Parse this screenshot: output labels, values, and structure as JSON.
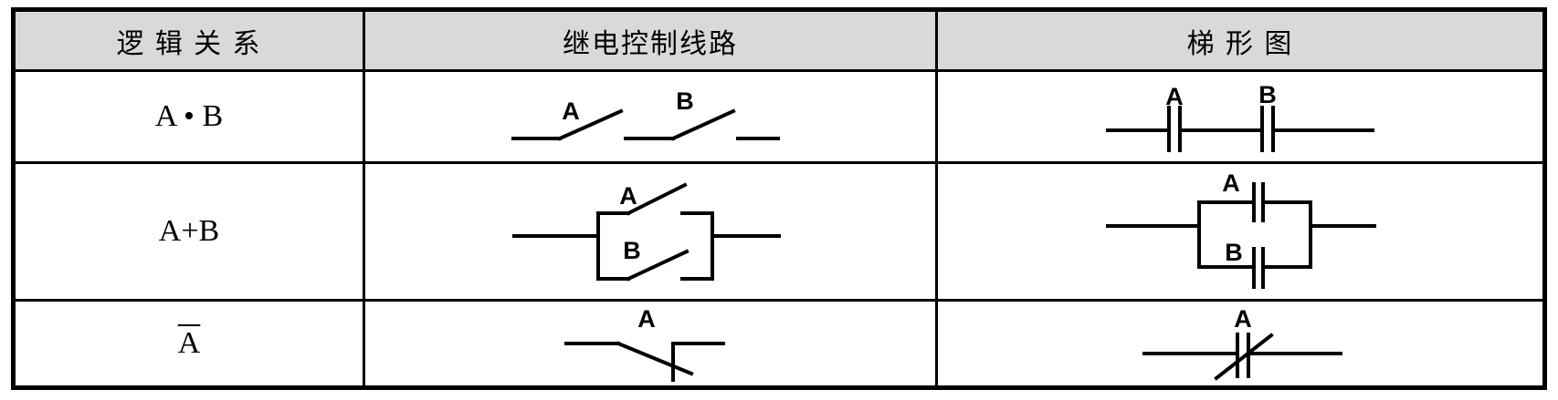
{
  "colors": {
    "header_bg": "#d9d9d9",
    "border": "#000000",
    "line": "#000000",
    "background": "#ffffff"
  },
  "table": {
    "columns": [
      {
        "label": "逻 辑 关 系"
      },
      {
        "label": "继电控制线路"
      },
      {
        "label": "梯 形 图"
      }
    ],
    "rows": [
      {
        "logic": "A • B",
        "relay": {
          "type": "series-open-switches",
          "labels": [
            "A",
            "B"
          ]
        },
        "ladder": {
          "type": "series-no-contacts",
          "labels": [
            "A",
            "B"
          ]
        }
      },
      {
        "logic": "A+B",
        "relay": {
          "type": "parallel-open-switches",
          "labels": [
            "A",
            "B"
          ]
        },
        "ladder": {
          "type": "parallel-no-contacts",
          "labels": [
            "A",
            "B"
          ]
        }
      },
      {
        "logic": "A",
        "logic_overline": true,
        "relay": {
          "type": "normally-closed-switch",
          "labels": [
            "A"
          ]
        },
        "ladder": {
          "type": "normally-closed-contact",
          "labels": [
            "A"
          ]
        }
      }
    ]
  }
}
